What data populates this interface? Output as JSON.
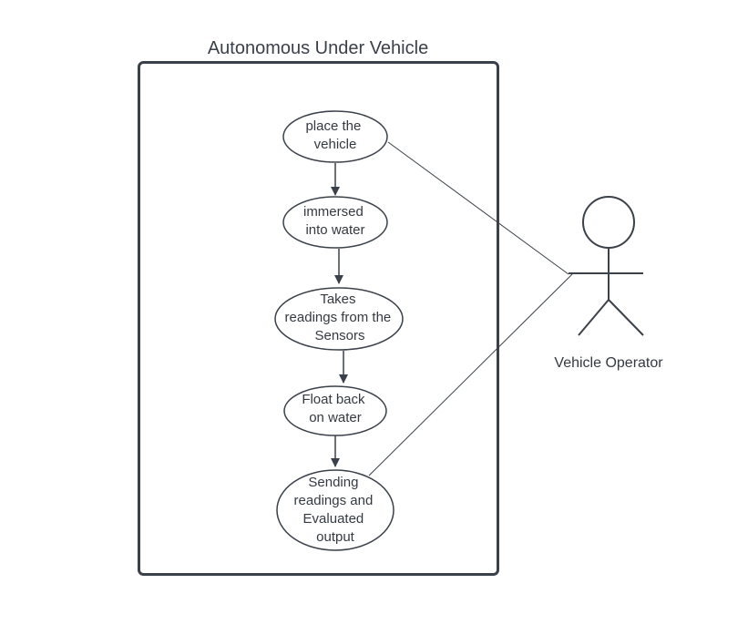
{
  "diagram": {
    "type": "use-case",
    "system": {
      "title": "Autonomous Under Vehicle"
    },
    "use_cases": [
      {
        "id": "uc1",
        "lines": [
          "place the",
          "vehicle"
        ]
      },
      {
        "id": "uc2",
        "lines": [
          "immersed",
          "into  water"
        ]
      },
      {
        "id": "uc3",
        "lines": [
          "Takes",
          "readings from the",
          "Sensors"
        ]
      },
      {
        "id": "uc4",
        "lines": [
          "Float back",
          "on water"
        ]
      },
      {
        "id": "uc5",
        "lines": [
          "Sending",
          "readings and",
          "Evaluated",
          "output"
        ]
      }
    ],
    "flow": [
      {
        "from": "uc1",
        "to": "uc2"
      },
      {
        "from": "uc2",
        "to": "uc3"
      },
      {
        "from": "uc3",
        "to": "uc4"
      },
      {
        "from": "uc4",
        "to": "uc5"
      }
    ],
    "actor": {
      "name": "Vehicle Operator"
    },
    "associations": [
      {
        "actor": "actor",
        "use_case": "uc1"
      },
      {
        "actor": "actor",
        "use_case": "uc5"
      }
    ],
    "colors": {
      "stroke": "#3a414a",
      "text": "#333a42",
      "background": "#ffffff"
    }
  }
}
